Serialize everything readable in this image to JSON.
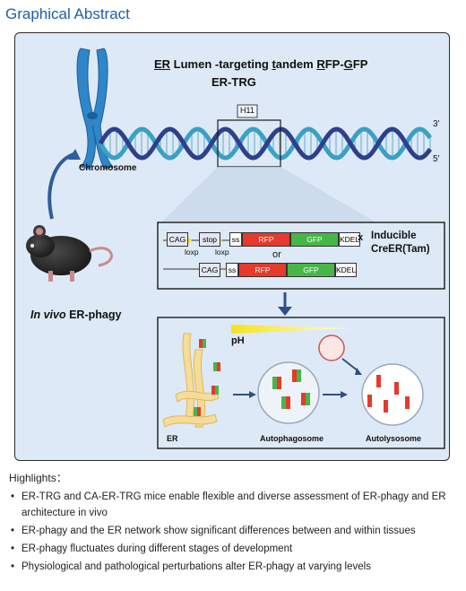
{
  "title": "Graphical Abstract",
  "figure": {
    "construct_line1_parts": [
      "ER",
      " Lumen -targeting ",
      "t",
      "andem ",
      "R",
      "FP-",
      "G",
      "FP"
    ],
    "construct_line2": "ER-TRG",
    "locus": "H11",
    "strand_3": "3'",
    "strand_5": "5'",
    "chromosome": "Chromosome",
    "in_vivo": "In vivo",
    "er_phagy": " ER-phagy",
    "cassette1": [
      "CAG",
      "stop",
      "ss",
      "RFP",
      "GFP",
      "KDEL"
    ],
    "loxp_left": "loxp",
    "loxp_right": "loxp",
    "or": "or",
    "cassette2": [
      "CAG",
      "ss",
      "RFP",
      "GFP",
      "KDEL"
    ],
    "times": "x",
    "inducible_line1": "Inducible",
    "inducible_line2": "CreER(Tam)",
    "ph": "pH",
    "er": "ER",
    "autophagosome": "Autophagosome",
    "autolysosome": "Autolysosome"
  },
  "highlights": {
    "header": "Highlights：",
    "items": [
      "ER-TRG and CA-ER-TRG mice enable flexible and diverse assessment of ER-phagy and ER architecture in vivo",
      "ER-phagy and the ER network show significant differences between and within tissues",
      "ER-phagy fluctuates during different stages of development",
      "Physiological and pathological perturbations alter ER-phagy at varying levels"
    ]
  },
  "colors": {
    "title": "#1f5fa8",
    "panel": "#dde9f6",
    "rfp": "#e53a2c",
    "gfp": "#48b548",
    "dna_dark": "#2e3f8c",
    "dna_light": "#3aa0c4"
  }
}
